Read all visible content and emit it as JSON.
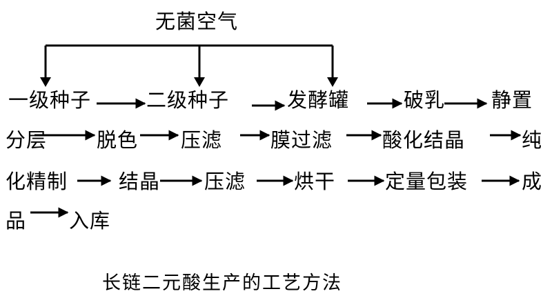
{
  "source": {
    "label": "无菌空气"
  },
  "rows": [
    [
      "一级种子",
      "二级种子",
      "发酵罐",
      "破乳",
      "静置"
    ],
    [
      "分层",
      "脱色",
      "压滤",
      "膜过滤",
      "酸化结晶",
      "纯"
    ],
    [
      "化精制",
      "结晶",
      "压滤",
      "烘干",
      "定量包装",
      "成"
    ],
    [
      "品",
      "入库"
    ]
  ],
  "caption": "长链二元酸生产的工艺方法",
  "colors": {
    "ink": "#000000",
    "background": "#ffffff"
  }
}
